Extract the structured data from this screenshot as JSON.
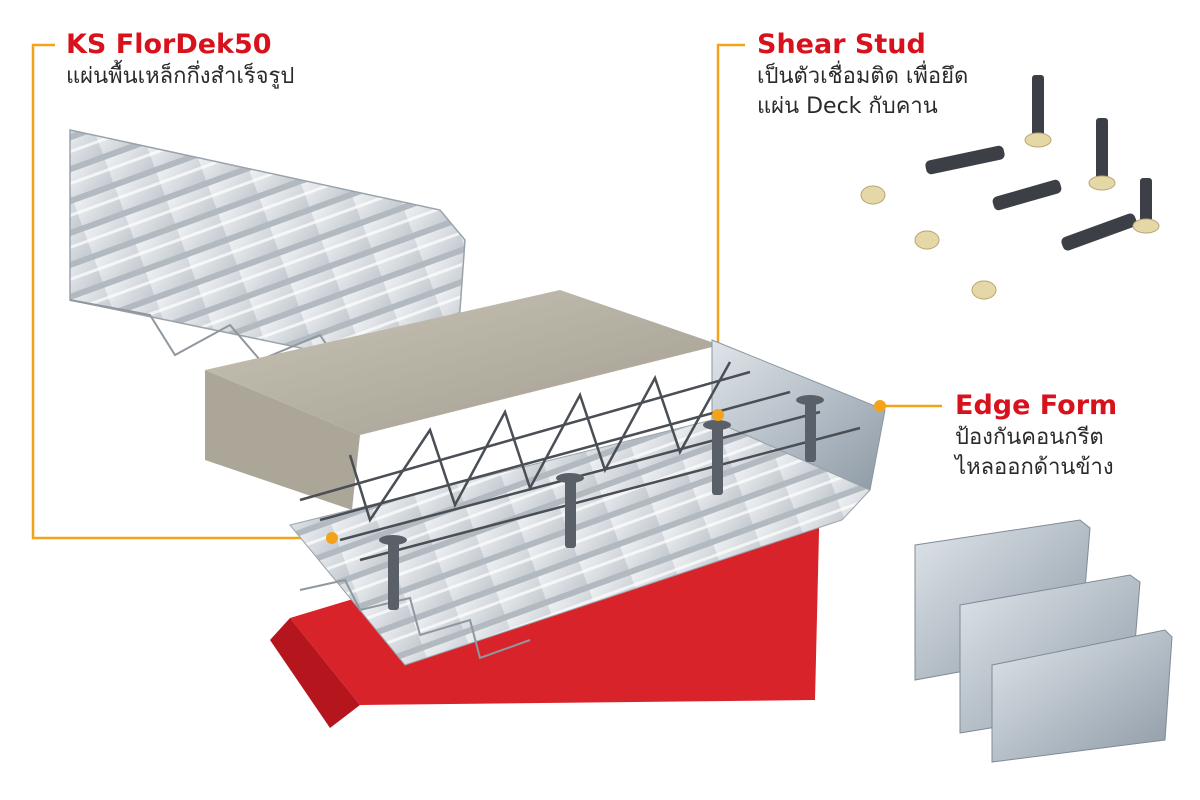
{
  "labels": {
    "deck": {
      "title": "KS FlorDek50",
      "description": "แผ่นพื้นเหล็กกึ่งสำเร็จรูป"
    },
    "stud": {
      "title": "Shear Stud",
      "description_line1": "เป็นตัวเชื่อมติด เพื่อยึด",
      "description_line2": "แผ่น Deck กับคาน"
    },
    "edge": {
      "title": "Edge Form",
      "description_line1": "ป้องกันคอนกรีต",
      "description_line2": "ไหลออกด้านข้าง"
    }
  },
  "colors": {
    "title_red": "#d8121c",
    "leader_orange": "#f2a31b",
    "beam_red": "#d9232a",
    "concrete": "#b3aea1",
    "steel": "#dfe3e6"
  }
}
